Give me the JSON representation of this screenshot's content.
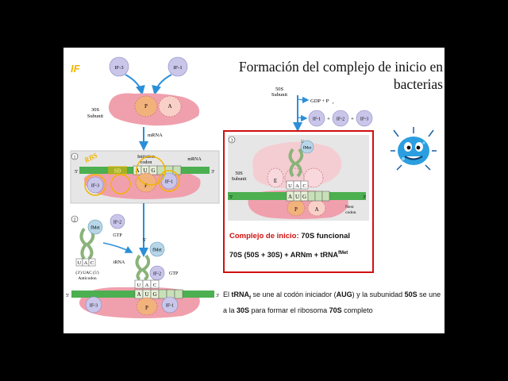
{
  "title": {
    "line1": "Formación del complejo de inicio en",
    "line2": "bacterias"
  },
  "if_tag": "IF",
  "factors": {
    "if3": "IF-3",
    "if1": "IF-1",
    "if2": "IF-2"
  },
  "sites": {
    "p": "P",
    "a": "A",
    "e": "E"
  },
  "subunit30s": {
    "l1": "30S",
    "l2": "Subunit"
  },
  "subunit50s": {
    "l1": "50S",
    "l2": "Subunit"
  },
  "labels": {
    "mrna": "mRNA",
    "initiation_codon_l1": "Initiation",
    "initiation_codon_l2": "codon",
    "rbs": "RBS",
    "sd": "SD",
    "prime5": "5'",
    "prime3": "3'",
    "gtp": "GTP",
    "gdp_pi": "GDP + P",
    "pi_sub": "i",
    "plus": "+",
    "trna": "tRNA",
    "fmet": "fMet",
    "anticodon_l1": "(3') UAC (5')",
    "anticodon_l2": "Anticodon",
    "next_codon_l1": "Next",
    "next_codon_l2": "codon",
    "step1": "1",
    "step2": "2",
    "step3": "3"
  },
  "codon": {
    "a": "A",
    "u": "U",
    "g": "G"
  },
  "anticodon": {
    "u": "U",
    "a": "A",
    "c": "C"
  },
  "box3": {
    "complejo_label": "Complejo de inicio:",
    "complejo_value": " 70S funcional",
    "formula_main": "70S (50S + 30S) + ARNm + tRNA",
    "formula_sup": "fMet"
  },
  "description": {
    "p1": "El ",
    "trna": "tRNA",
    "trna_sub": "f",
    "p2": " se une al codón iniciador (",
    "aug": "AUG",
    "p3": ") y  la subunidad ",
    "s50": "50S",
    "p4": " se une a la ",
    "s30": "30S",
    "p5": " para formar el ribosoma ",
    "s70": "70S",
    "p6": " completo"
  },
  "colors": {
    "small_subunit": "#f0a0ad",
    "large_subunit": "#f4cdd2",
    "p_site": "#f2b27c",
    "a_site": "#f8d0c8",
    "mrna": "#4caf50",
    "factor": "#c9c6ea",
    "box_border": "#d01010",
    "panel": "#e6e6e6",
    "rbs_annotation": "#f0b400"
  }
}
